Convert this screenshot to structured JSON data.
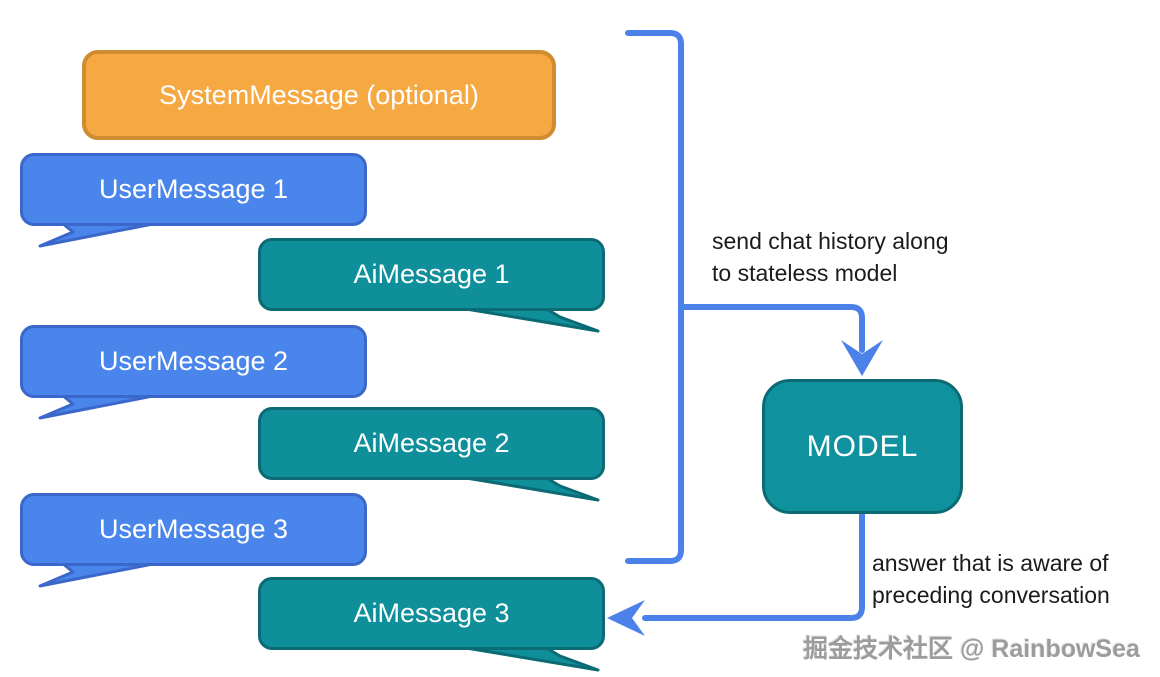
{
  "diagram": {
    "system_message": {
      "label": "SystemMessage (optional)"
    },
    "user_messages": [
      "UserMessage 1",
      "UserMessage 2",
      "UserMessage 3"
    ],
    "ai_messages": [
      "AiMessage 1",
      "AiMessage 2",
      "AiMessage 3"
    ],
    "model": {
      "label": "MODEL"
    },
    "annotations": {
      "send": {
        "line1": "send chat history along",
        "line2": "to stateless model"
      },
      "answer": {
        "line1": "answer that is aware of",
        "line2": "preceding conversation"
      }
    },
    "watermark": "掘金技术社区 @ RainbowSea",
    "colors": {
      "system_fill": "#f6a843",
      "system_border": "#cf8c31",
      "user_fill": "#4a85ec",
      "user_border": "#3a67c9",
      "ai_fill": "#0f8f9a",
      "ai_border": "#0b6a74",
      "model_fill": "#10929e",
      "connector": "#4c81e9",
      "annotation_text": "#1b1b1b",
      "watermark_text": "#9c9c9c"
    }
  }
}
